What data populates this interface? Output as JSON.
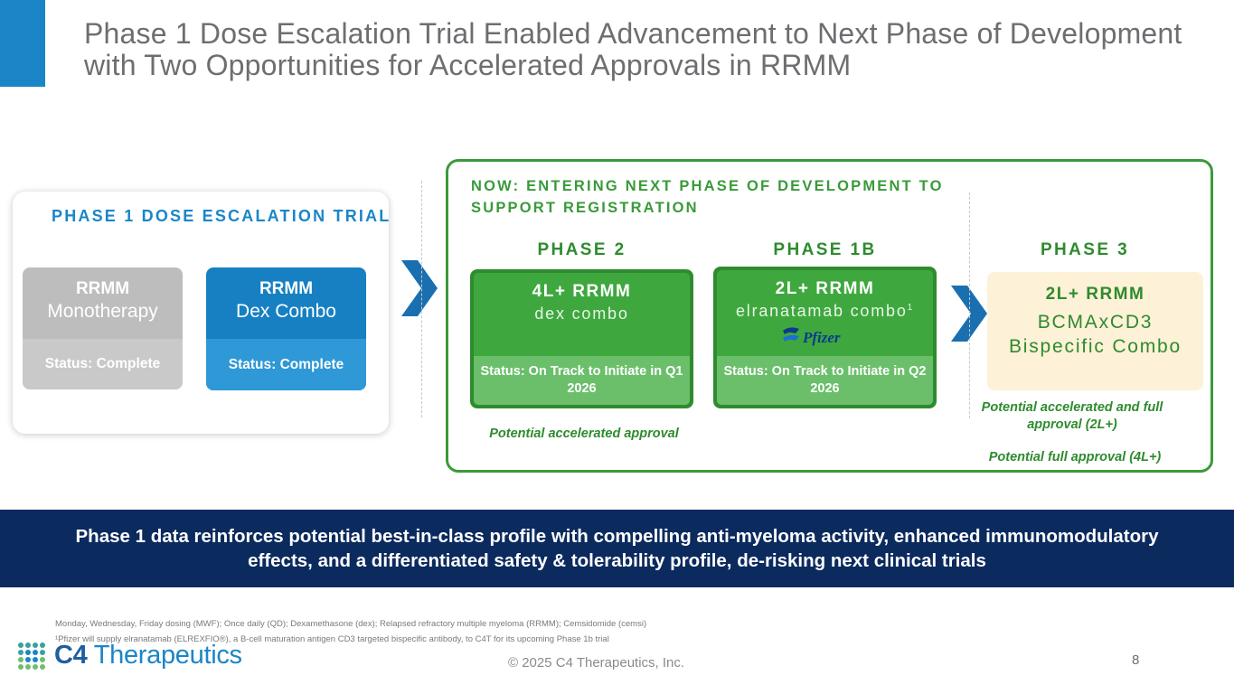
{
  "title": "Phase 1 Dose Escalation Trial Enabled Advancement to Next Phase of Development with Two Opportunities for Accelerated Approvals in RRMM",
  "phase1": {
    "heading": "PHASE 1 DOSE ESCALATION TRIAL",
    "cards": [
      {
        "line1": "RRMM",
        "line2": "Monotherapy",
        "status": "Status: Complete"
      },
      {
        "line1": "RRMM",
        "line2": "Dex Combo",
        "status": "Status: Complete"
      }
    ]
  },
  "next_phase": {
    "heading": "NOW: ENTERING NEXT PHASE OF DEVELOPMENT TO SUPPORT REGISTRATION",
    "phase2": {
      "label": "PHASE 2",
      "line1": "4L+ RRMM",
      "line2": "dex combo",
      "status": "Status: On Track to Initiate in Q1 2026",
      "note": "Potential accelerated approval"
    },
    "phase1b": {
      "label": "PHASE 1B",
      "line1": "2L+ RRMM",
      "line2": "elranatamab combo",
      "sup": "1",
      "logo": "Pfizer",
      "status": "Status: On Track to Initiate in Q2 2026"
    }
  },
  "phase3": {
    "label": "PHASE 3",
    "line1": "2L+ RRMM",
    "line2": "BCMAxCD3 Bispecific Combo",
    "note1": "Potential accelerated and full approval (2L+)",
    "note2": "Potential full approval (4L+)"
  },
  "banner": "Phase 1 data reinforces potential best-in-class profile with compelling anti-myeloma activity, enhanced immunomodulatory effects, and a differentiated safety & tolerability profile, de-risking next clinical trials",
  "footnotes": [
    "Monday, Wednesday, Friday dosing (MWF); Once daily (QD); Dexamethasone (dex); Relapsed refractory multiple myeloma (RRMM); Cemsidomide (cemsi)",
    "¹Pfizer will supply elranatamab (ELREXFIO®), a B-cell maturation antigen CD3 targeted bispecific antibody, to C4T for its upcoming Phase 1b trial"
  ],
  "logo": {
    "c4": "C4",
    "name": " Therapeutics"
  },
  "copyright": "© 2025 C4 Therapeutics, Inc.",
  "page_number": "8",
  "colors": {
    "blue": "#1a86c8",
    "green": "#3a9a3a",
    "navy": "#0b2a5e",
    "cream": "#fdf1d7"
  }
}
